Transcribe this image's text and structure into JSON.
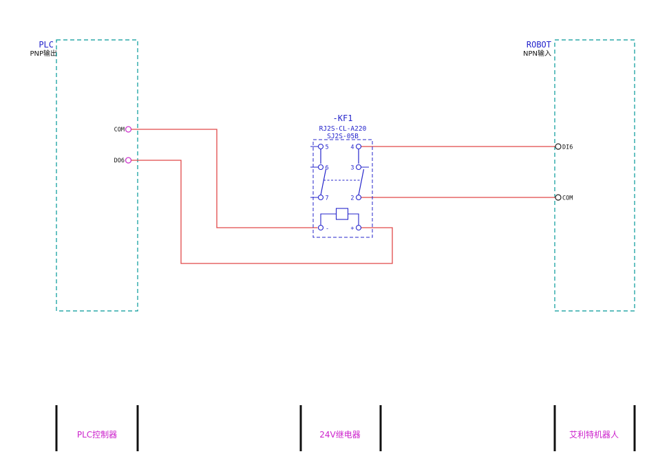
{
  "plc": {
    "title": "PLC",
    "subtitle": "PNP输出",
    "terminals": {
      "com": "COM",
      "do6": "DO6"
    }
  },
  "robot": {
    "title": "ROBOT",
    "subtitle": "NPN输入",
    "terminals": {
      "di6": "DI6",
      "com": "COM"
    }
  },
  "relay": {
    "designator": "-KF1",
    "model_line1": "RJ2S-CL-A220",
    "model_line2": "SJ2S-05B",
    "pins": {
      "p5": "5",
      "p6": "6",
      "p7": "7",
      "p4": "4",
      "p3": "3",
      "p2": "2",
      "coil_minus": "-",
      "coil_plus": "+"
    }
  },
  "footer": {
    "sections": [
      {
        "label": "PLC控制器"
      },
      {
        "label": "24V继电器"
      },
      {
        "label": "艾利特机器人"
      }
    ]
  },
  "colors": {
    "device_box_teal": "#009898",
    "schematic_blue": "#2323cb",
    "wire_red": "#e04848",
    "terminal_magenta": "#cc33cc",
    "footer_label_magenta": "#cc22cc",
    "text_black": "#111111"
  }
}
